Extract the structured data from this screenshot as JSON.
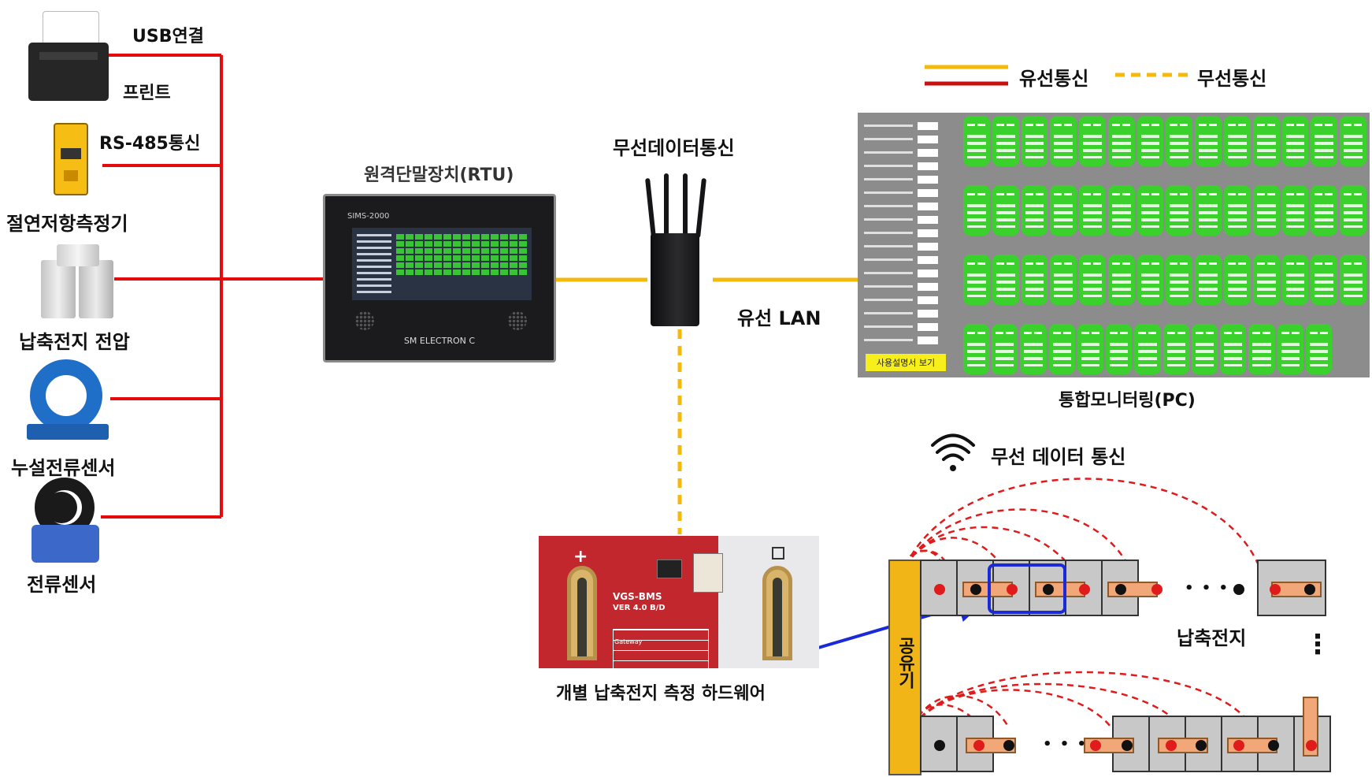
{
  "left_devices": {
    "usb": "USB연결",
    "printer": "프린트",
    "rs485": "RS-485통신",
    "insulation_meter": "절연저항측정기",
    "battery_voltage": "납축전지 전압",
    "leak_sensor": "누설전류센서",
    "current_sensor": "전류센서"
  },
  "rtu": {
    "title": "원격단말장치(RTU)",
    "model": "SIMS-2000",
    "brand": "SM ELECTRON C"
  },
  "wireless_top": "무선데이터통신",
  "wired_lan": "유선 LAN",
  "legend": {
    "wired": "유선통신",
    "wireless": "무선통신"
  },
  "monitor": {
    "title": "통합모니터링(PC)",
    "manual_button": "사용설명서 보기"
  },
  "wireless_data": "무선 데이터 통신",
  "hardware_label": "개별 납축전지 측정 하드웨어",
  "pcb": {
    "name": "VGS-BMS",
    "version": "VER 4.0 B/D",
    "gateway": "Gateway"
  },
  "router_bar": "공유기",
  "battery_label": "납축전지",
  "ellipsis": "• • •",
  "vertical_dots": "⋮",
  "colors": {
    "wired_yellow": "#f5b90a",
    "wired_red": "#e30b0b",
    "wireless_dash": "#f5b90a",
    "arc": "#e01b1b",
    "arrow": "#1a2ad8"
  }
}
